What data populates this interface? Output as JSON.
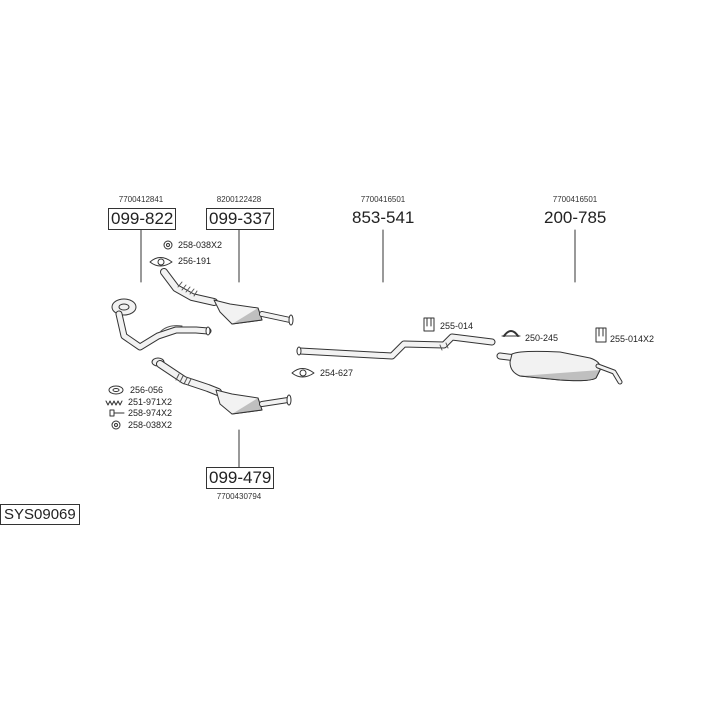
{
  "system_code": "SYS09069",
  "parts": [
    {
      "id": "p1",
      "part_number": "099-822",
      "oem": "7700412841",
      "boxed": true
    },
    {
      "id": "p2",
      "part_number": "099-337",
      "oem": "8200122428",
      "boxed": true
    },
    {
      "id": "p3",
      "part_number": "853-541",
      "oem": "7700416501",
      "boxed": false
    },
    {
      "id": "p4",
      "part_number": "200-785",
      "oem": "7700416501",
      "boxed": false
    },
    {
      "id": "p5",
      "part_number": "099-479",
      "oem": "7700430794",
      "boxed": true
    }
  ],
  "fittings": [
    {
      "id": "f1",
      "label": "258-038X2",
      "icon": "nut-icon"
    },
    {
      "id": "f2",
      "label": "256-191",
      "icon": "gasket-icon"
    },
    {
      "id": "f3",
      "label": "255-014",
      "icon": "rubber-hanger-icon"
    },
    {
      "id": "f4",
      "label": "250-245",
      "icon": "clamp-icon"
    },
    {
      "id": "f5",
      "label": "255-014X2",
      "icon": "rubber-hanger-icon"
    },
    {
      "id": "f6",
      "label": "254-627",
      "icon": "gasket-icon"
    },
    {
      "id": "f7",
      "label": "256-056",
      "icon": "ring-gasket-icon"
    },
    {
      "id": "f8",
      "label": "251-971X2",
      "icon": "spring-icon"
    },
    {
      "id": "f9",
      "label": "258-974X2",
      "icon": "bolt-icon"
    },
    {
      "id": "f10",
      "label": "258-038X2",
      "icon": "nut-icon"
    }
  ],
  "colors": {
    "line": "#333333",
    "pipe_fill": "#f2f2f2",
    "shade": "#bfbfbf",
    "background": "#ffffff"
  }
}
